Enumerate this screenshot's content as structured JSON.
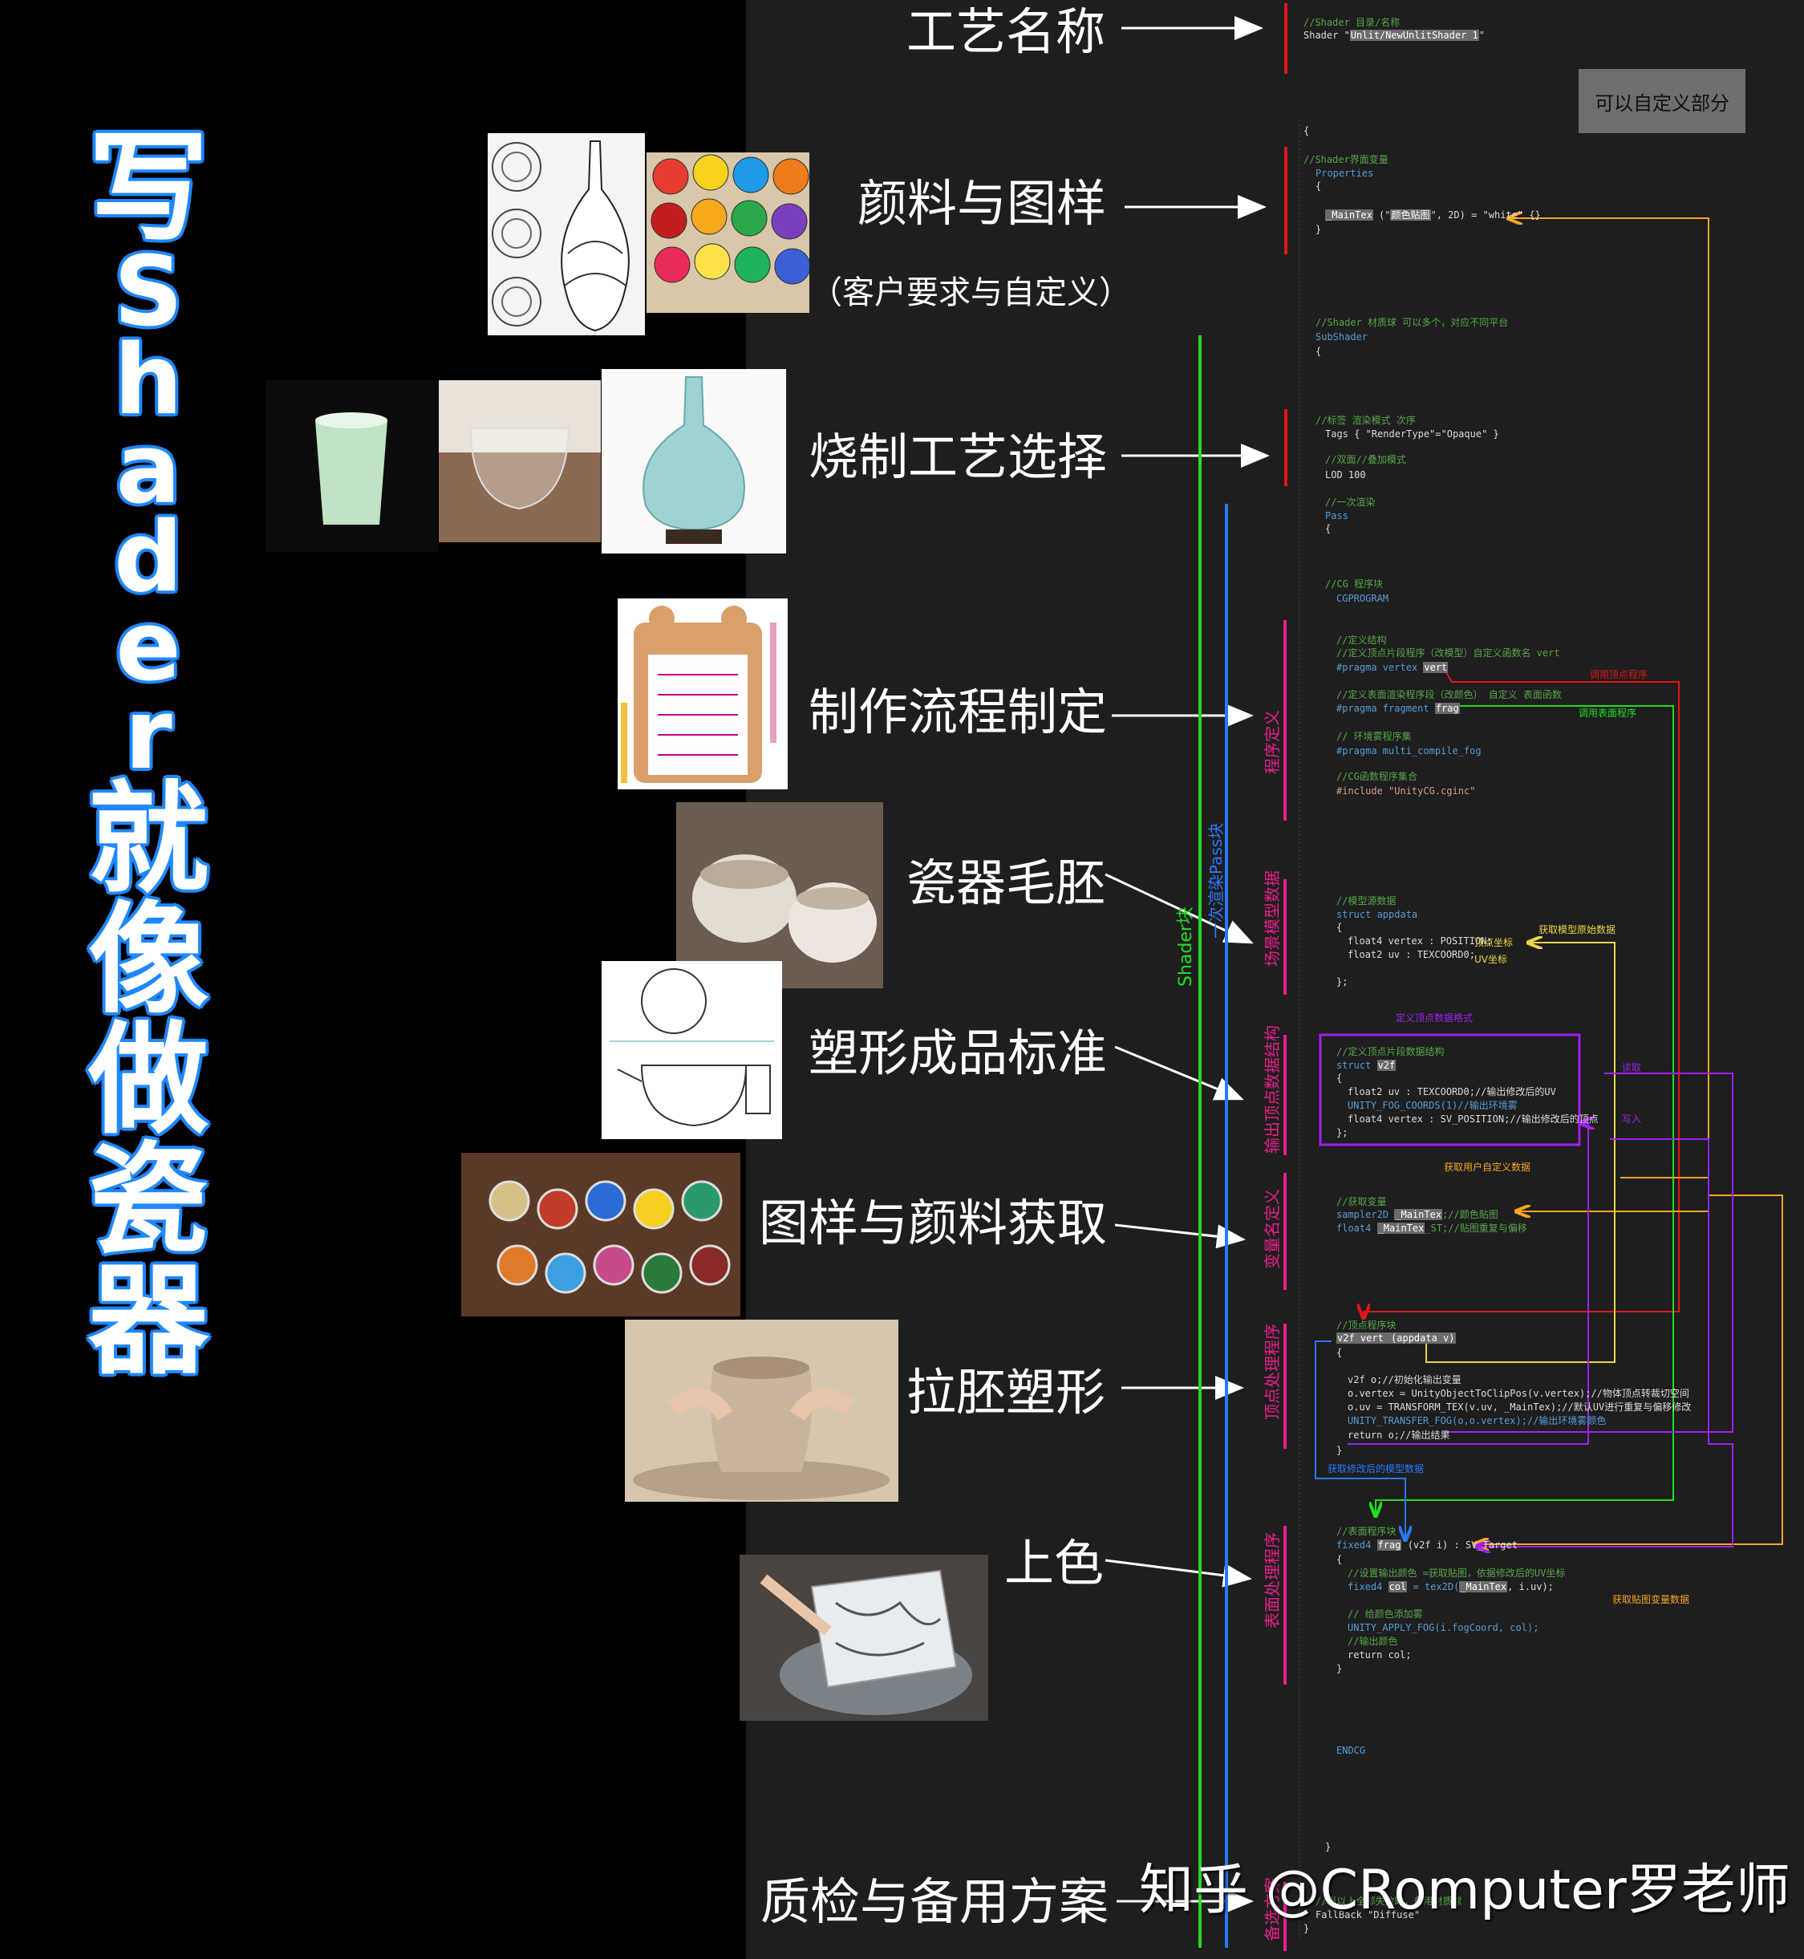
{
  "title_chars": [
    "写",
    "S",
    "h",
    "a",
    "d",
    "e",
    "r",
    "就",
    "像",
    "做",
    "瓷",
    "器"
  ],
  "steps": [
    {
      "label": "工艺名称"
    },
    {
      "label": "颜料与图样"
    },
    {
      "label": "烧制工艺选择"
    },
    {
      "label": "制作流程制定"
    },
    {
      "label": "瓷器毛胚"
    },
    {
      "label": "塑形成品标准"
    },
    {
      "label": "图样与颜料获取"
    },
    {
      "label": "拉胚塑形"
    },
    {
      "label": "上色"
    },
    {
      "label": "质检与备用方案"
    }
  ],
  "sub_note": "（客户要求与自定义）",
  "custom_box": "可以自定义部分",
  "block_labels": {
    "shader": "Shader块",
    "pass": "一次渲染Pass块",
    "program_def": "程序定义",
    "scene_data": "场景模型数据",
    "output_struct": "输出顶点数据结构",
    "var_def": "变量名定义",
    "vertex_proc": "顶点处理程序",
    "surface_proc": "表面处理程序",
    "fallback": "备选方案"
  },
  "annotations": {
    "call_vertex": "调用顶点程序",
    "call_surface": "调用表面程序",
    "vertex_pos": "顶点坐标",
    "uv_coord": "UV坐标",
    "get_model_data": "获取模型原始数据",
    "define_vertex_format": "定义顶点数据格式",
    "read": "读取",
    "write": "写入",
    "get_user_data": "获取用户自定义数据",
    "get_modified_model": "获取修改后的模型数据",
    "get_texture_data": "获取贴图变量数据"
  },
  "code": {
    "l01": "//Shader 目录/名称",
    "l02a": "Shader \"",
    "l02b": "Unlit/NewUnlitShader 1",
    "l02c": "\"",
    "l03": "{",
    "l04": "//Shader界面变量",
    "l05": "Properties",
    "l06": "{",
    "l07a": "_MainTex",
    "l07b": " (\"",
    "l07c": "颜色贴图",
    "l07d": "\", 2D) = \"white\" {}",
    "l08": "}",
    "l09": "//Shader 材质球 可以多个，对应不同平台",
    "l10": "SubShader",
    "l11": "{",
    "l12": "//标签   渲染模式 次序",
    "l13": "Tags { \"RenderType\"=\"Opaque\" }",
    "l14": "//双面//叠加模式",
    "l15": "LOD 100",
    "l16": "//一次渲染",
    "l17": "Pass",
    "l18": "{",
    "l19": "//CG 程序块",
    "l20": "CGPROGRAM",
    "l21": "//定义结构",
    "l22": "//定义顶点片段程序（改模型）自定义函数名 vert",
    "l23a": "#pragma vertex ",
    "l23b": "vert",
    "l24": "//定义表面渲染程序段（改颜色） 自定义 表面函数",
    "l25a": "#pragma fragment ",
    "l25b": "frag",
    "l26": "// 环境雾程序集",
    "l27": "#pragma multi_compile_fog",
    "l28": "//CG函数程序集合",
    "l29": "#include \"UnityCG.cginc\"",
    "l30": "//模型源数据",
    "l31": "struct appdata",
    "l32": "{",
    "l33": "float4 vertex : POSITION;",
    "l34": "float2 uv : TEXCOORD0;",
    "l35": "};",
    "l36": "//定义顶点片段数据结构",
    "l37a": "struct ",
    "l37b": "v2f",
    "l38": "{",
    "l39": "float2 uv : TEXCOORD0;//输出修改后的UV",
    "l40": "UNITY_FOG_COORDS(1)//输出环境雾",
    "l41": "float4 vertex : SV_POSITION;//输出修改后的顶点",
    "l42": "};",
    "l43": "//获取变量",
    "l44a": "sampler2D ",
    "l44b": "_MainTex",
    "l44c": ";//颜色贴图",
    "l45a": "float4 ",
    "l45b": "_MainTex",
    "l45c": "_ST;//贴图重复与偏移",
    "l46": "//顶点程序块",
    "l47a": "v2f vert",
    "l47b": " (appdata v)",
    "l48": "{",
    "l49": "v2f o;//初始化输出变量",
    "l50": "o.vertex = UnityObjectToClipPos(v.vertex);//物体顶点转裁切空间",
    "l51": "o.uv = TRANSFORM_TEX(v.uv, _MainTex);//默认UV进行重复与偏移修改",
    "l52": "UNITY_TRANSFER_FOG(o,o.vertex);//输出环境雾颜色",
    "l53": "return o;//输出结果",
    "l54": "}",
    "l55": "//表面程序块",
    "l56a": "fixed4 ",
    "l56b": "frag",
    "l56c": " (v2f i) : SV_Target",
    "l57": "{",
    "l58": "//设置输出颜色 =获取贴图，依据修改后的UV坐标",
    "l59a": "fixed4 ",
    "l59b": "col",
    "l59c": " = tex2D(",
    "l59d": "_MainTex",
    "l59e": ", i.uv);",
    "l60": "// 给颜色添加雾",
    "l61": "UNITY_APPLY_FOG(i.fogCoord, col);",
    "l62": "//输出颜色",
    "l63": "return col;",
    "l64": "}",
    "l65": "ENDCG",
    "l66": "}",
    "l67": "//当以上全部失效时，备用材质球",
    "l68": "FallBack \"Diffuse\"",
    "l69": "}"
  },
  "watermark": "知乎 @CRomputer罗老师",
  "colors": {
    "title_outline": "#1e88ff",
    "green_line": "#22dd22",
    "blue_line": "#2979ff",
    "red_marker": "#e0161b",
    "magenta_marker": "#e91e8c",
    "orange": "#f5a623",
    "yellow": "#e8d64a",
    "purple": "#a020f0",
    "code_bg": "#1e1e1e"
  },
  "images": [
    "porcelain-vase-sketch-image",
    "paint-jars-image",
    "celadon-cup-image",
    "glass-cup-image",
    "crackle-vase-image",
    "clipboard-image",
    "clay-pots-image",
    "teapot-drawing-image",
    "pigment-bowls-image",
    "pottery-wheel-image",
    "painting-plate-image"
  ]
}
